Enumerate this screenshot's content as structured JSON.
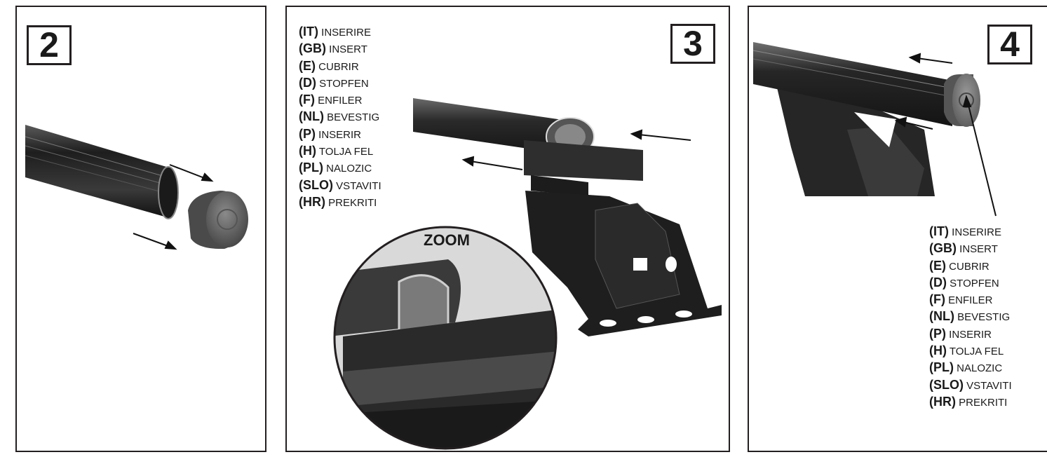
{
  "steps": {
    "step2": "2",
    "step3": "3",
    "step4": "4"
  },
  "zoom_label": "ZOOM",
  "languages": [
    {
      "code": "(IT)",
      "word": "INSERIRE"
    },
    {
      "code": "(GB)",
      "word": "INSERT"
    },
    {
      "code": "(E)",
      "word": "CUBRIR"
    },
    {
      "code": "(D)",
      "word": "STOPFEN"
    },
    {
      "code": "(F)",
      "word": "ENFILER"
    },
    {
      "code": "(NL)",
      "word": "BEVESTIG"
    },
    {
      "code": "(P)",
      "word": "INSERIR"
    },
    {
      "code": "(H)",
      "word": "TOLJA  FEL"
    },
    {
      "code": "(PL)",
      "word": "NALOZIC"
    },
    {
      "code": "(SLO)",
      "word": "VSTAVITI"
    },
    {
      "code": "(HR)",
      "word": "PREKRITI"
    }
  ],
  "colors": {
    "border": "#231f20",
    "bar_dark": "#2b2b2b",
    "cap_grey": "#6d6d6d"
  }
}
